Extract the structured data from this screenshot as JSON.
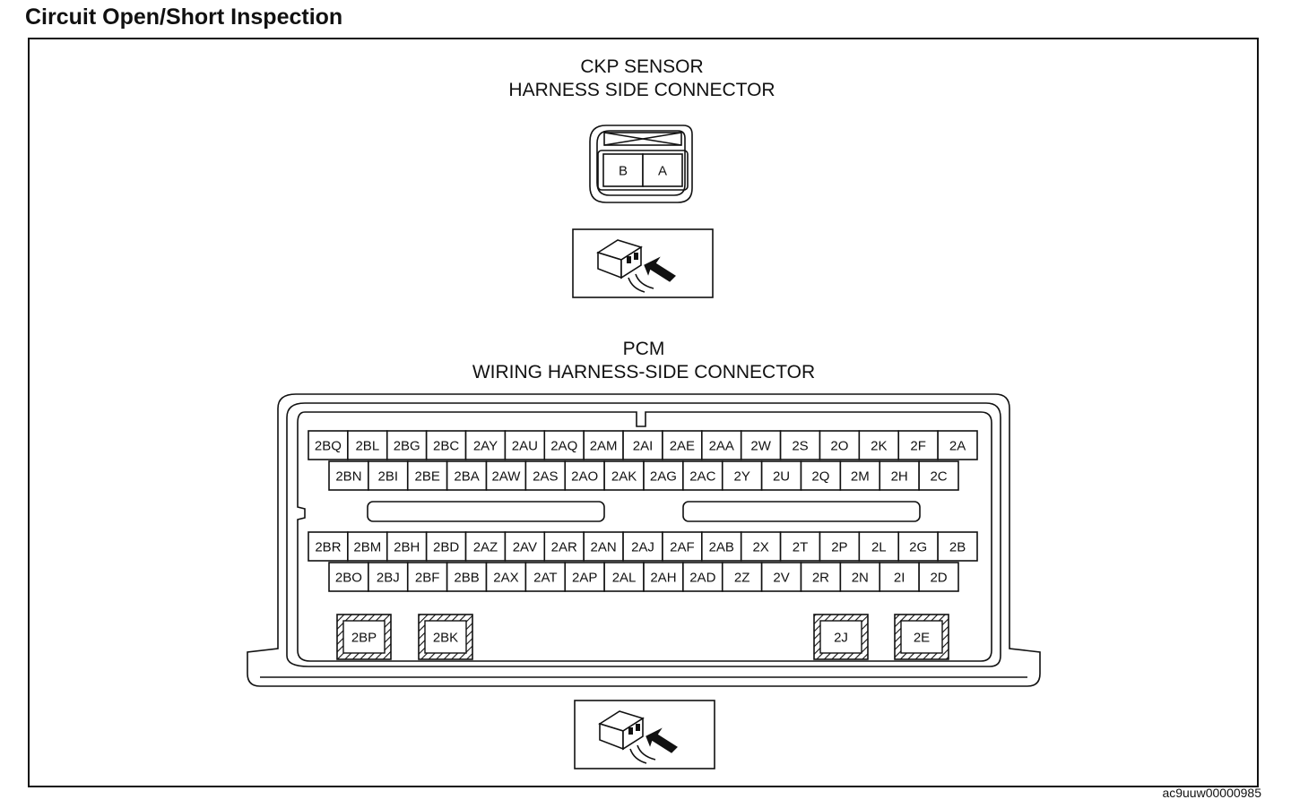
{
  "title": "Circuit Open/Short Inspection",
  "reference_code": "ac9uuw00000985",
  "ckp_connector": {
    "caption_line1": "CKP SENSOR",
    "caption_line2": "HARNESS SIDE CONNECTOR",
    "pins": [
      "B",
      "A"
    ]
  },
  "pcm_connector": {
    "caption_line1": "PCM",
    "caption_line2": "WIRING HARNESS-SIDE CONNECTOR",
    "upper_row_1": [
      "2BQ",
      "2BL",
      "2BG",
      "2BC",
      "2AY",
      "2AU",
      "2AQ",
      "2AM",
      "2AI",
      "2AE",
      "2AA",
      "2W",
      "2S",
      "2O",
      "2K",
      "2F",
      "2A"
    ],
    "upper_row_2": [
      "2BN",
      "2BI",
      "2BE",
      "2BA",
      "2AW",
      "2AS",
      "2AO",
      "2AK",
      "2AG",
      "2AC",
      "2Y",
      "2U",
      "2Q",
      "2M",
      "2H",
      "2C"
    ],
    "lower_row_1": [
      "2BR",
      "2BM",
      "2BH",
      "2BD",
      "2AZ",
      "2AV",
      "2AR",
      "2AN",
      "2AJ",
      "2AF",
      "2AB",
      "2X",
      "2T",
      "2P",
      "2L",
      "2G",
      "2B"
    ],
    "lower_row_2": [
      "2BO",
      "2BJ",
      "2BF",
      "2BB",
      "2AX",
      "2AT",
      "2AP",
      "2AL",
      "2AH",
      "2AD",
      "2Z",
      "2V",
      "2R",
      "2N",
      "2I",
      "2D"
    ],
    "power_pins": [
      "2BP",
      "2BK",
      "2J",
      "2E"
    ]
  },
  "view_icon": "connector-terminal-side-view-icon"
}
